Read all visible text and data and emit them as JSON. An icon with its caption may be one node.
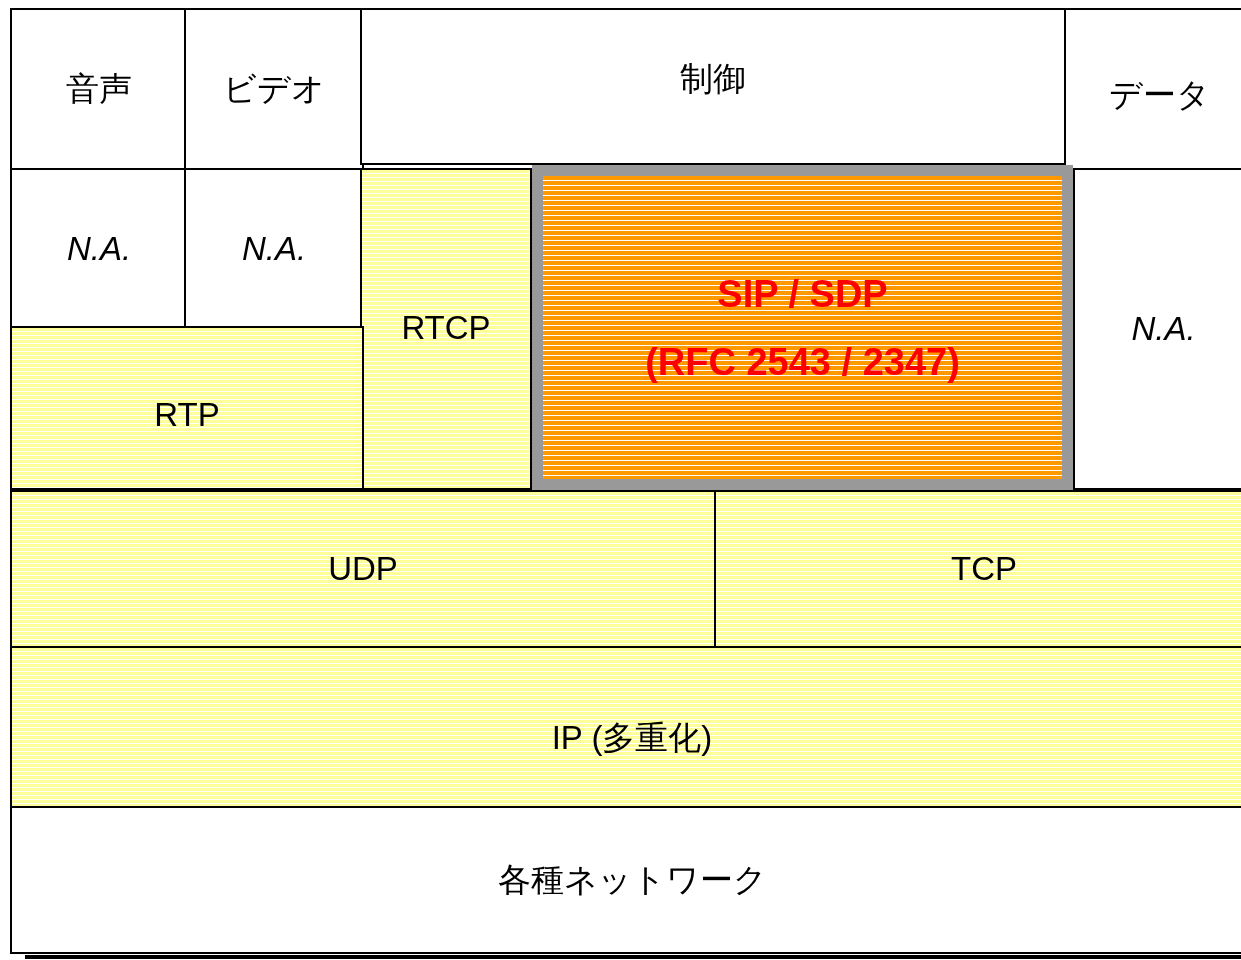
{
  "diagram": {
    "nodes": [
      {
        "text": [
          "音声"
        ]
      },
      {
        "text": [
          "ビデオ"
        ]
      },
      {
        "text": [
          "制御"
        ]
      },
      {
        "text": [
          "データ"
        ]
      },
      {
        "text": [
          "N.A."
        ]
      },
      {
        "text": [
          "N.A."
        ]
      },
      {
        "text": [
          "RTCP"
        ]
      },
      {
        "text": [
          "SIP / SDP",
          "(RFC 2543 / 2347)"
        ]
      },
      {
        "text": [
          "N.A."
        ]
      },
      {
        "text": [
          "RTP"
        ]
      },
      {
        "text": [
          "UDP"
        ]
      },
      {
        "text": [
          "TCP"
        ]
      },
      {
        "text": [
          "IP (多重化)"
        ]
      },
      {
        "text": [
          "各種ネットワーク"
        ]
      }
    ]
  }
}
